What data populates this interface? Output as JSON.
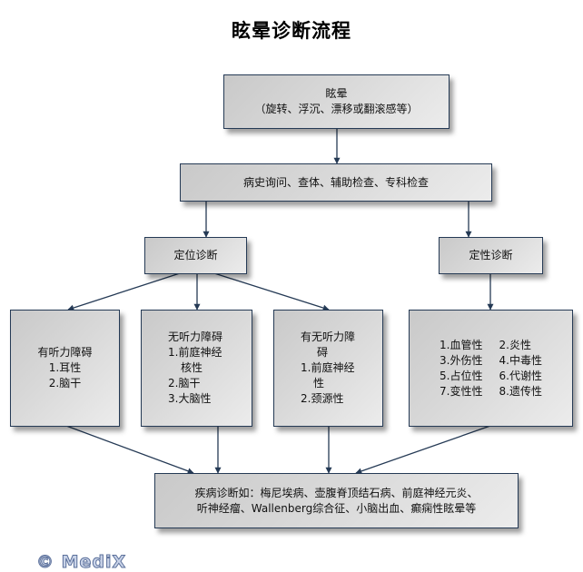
{
  "title": "眩晕诊断流程",
  "nodes": {
    "start": {
      "lines": [
        "眩晕",
        "（旋转、浮沉、漂移或翻滚感等）"
      ]
    },
    "exam": {
      "lines": [
        "病史询问、查体、辅助检查、专科检查"
      ]
    },
    "localization": {
      "lines": [
        "定位诊断"
      ]
    },
    "qualitative": {
      "lines": [
        "定性诊断"
      ]
    },
    "hearing_loss": {
      "lines": [
        "有听力障碍",
        "1.耳性",
        "2.脑干"
      ]
    },
    "no_hearing_loss": {
      "lines": [
        "无听力障碍",
        "1.前庭神经",
        "核性",
        "2.脑干",
        "3.大脑性"
      ]
    },
    "maybe_hearing_loss": {
      "lines": [
        "有无听力障",
        "碍",
        "1.前庭神经",
        "性",
        "2.颈源性"
      ]
    },
    "causes": {
      "items": [
        "1.血管性",
        "2.炎性",
        "3.外伤性",
        "4.中毒性",
        "5.占位性",
        "6.代谢性",
        "7.变性性",
        "8.遗传性"
      ]
    },
    "diagnosis": {
      "lines": [
        "疾病诊断如：梅尼埃病、壶腹脊顶结石病、前庭神经元炎、",
        "听神经瘤、Wallenberg综合征、小脑出血、癫痫性眩晕等"
      ]
    }
  },
  "edges": [
    {
      "from": "start",
      "to": "exam"
    },
    {
      "from": "exam",
      "to": "localization"
    },
    {
      "from": "exam",
      "to": "qualitative"
    },
    {
      "from": "localization",
      "to": "hearing_loss"
    },
    {
      "from": "localization",
      "to": "no_hearing_loss"
    },
    {
      "from": "localization",
      "to": "maybe_hearing_loss"
    },
    {
      "from": "qualitative",
      "to": "causes"
    },
    {
      "from": "hearing_loss",
      "to": "diagnosis"
    },
    {
      "from": "no_hearing_loss",
      "to": "diagnosis"
    },
    {
      "from": "maybe_hearing_loss",
      "to": "diagnosis"
    },
    {
      "from": "causes",
      "to": "diagnosis"
    }
  ],
  "watermark": "© MediX",
  "colors": {
    "border": "#253a55",
    "arrow": "#253a55",
    "box_fill": "#d8d8d8"
  }
}
